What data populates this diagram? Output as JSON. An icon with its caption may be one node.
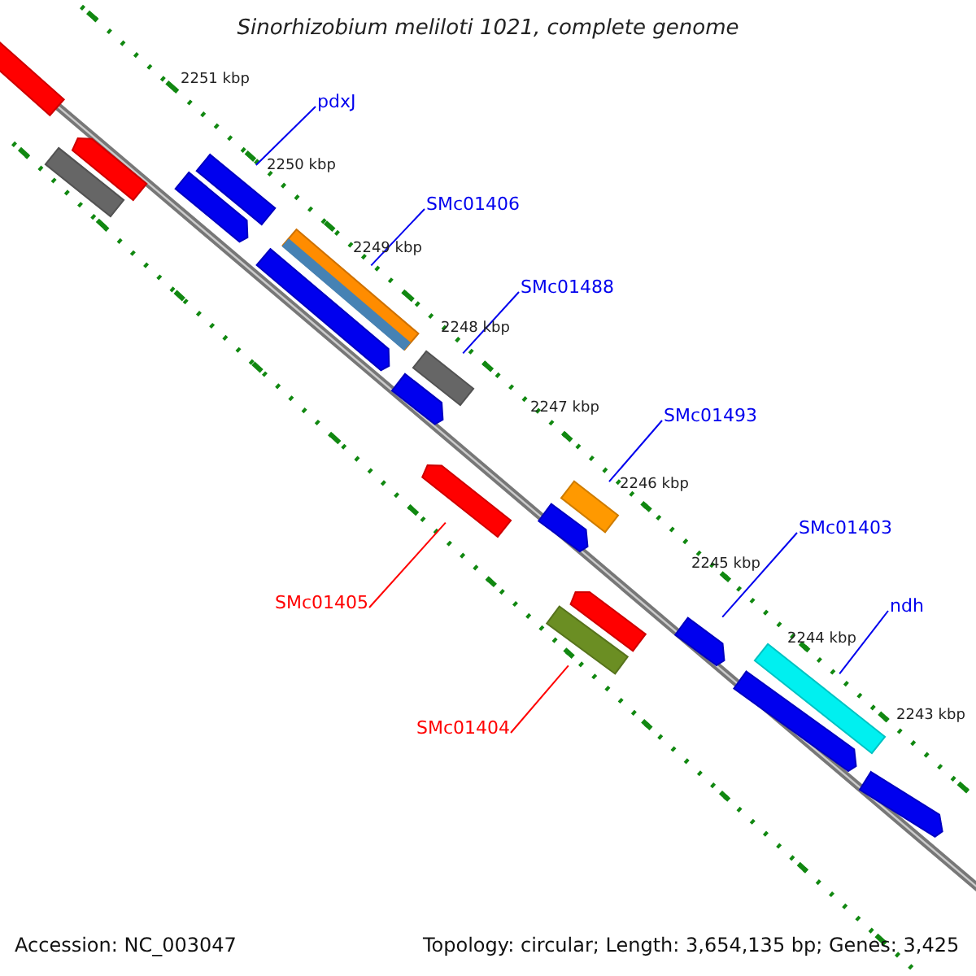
{
  "diagram": {
    "title": "Sinorhizobium meliloti 1021, complete genome",
    "nodes": [
      {
        "text": [
          "pdxJ"
        ]
      },
      {
        "text": [],
        "shape": "bar"
      },
      {
        "text": [
          "SMc01406"
        ]
      },
      {
        "text": [],
        "shape": "bar"
      },
      {
        "text": [
          "SMc01488"
        ]
      },
      {
        "text": [],
        "shape": "bar"
      },
      {
        "text": [
          "SMc01493"
        ]
      },
      {
        "text": [],
        "shape": "bar"
      },
      {
        "text": [
          "SMc01403"
        ]
      },
      {
        "text": [],
        "shape": "bar"
      },
      {
        "text": [
          "ndh"
        ]
      },
      {
        "text": [],
        "shape": "bar"
      },
      {
        "text": [
          "SMc01405"
        ]
      },
      {
        "text": [],
        "shape": "bar"
      },
      {
        "text": [
          "SMc01404"
        ]
      },
      {
        "text": [],
        "shape": "bar"
      },
      {
        "text": [],
        "shape": "bar"
      },
      {
        "text": [],
        "shape": "bar"
      },
      {
        "text": [],
        "shape": "bar"
      },
      {
        "text": [],
        "shape": "bar"
      },
      {
        "text": [],
        "shape": "bar"
      },
      {
        "text": [],
        "shape": "bar"
      },
      {
        "text": [],
        "shape": "bar"
      },
      {
        "text": [],
        "shape": "bar"
      },
      {
        "text": [],
        "shape": "bar"
      },
      {
        "text": [],
        "shape": "bar"
      }
    ],
    "edges": [
      {
        "from": 0,
        "to": 1,
        "arrow": "none"
      },
      {
        "from": 2,
        "to": 3,
        "arrow": "none"
      },
      {
        "from": 4,
        "to": 5,
        "arrow": "none"
      },
      {
        "from": 6,
        "to": 7,
        "arrow": "none"
      },
      {
        "from": 8,
        "to": 9,
        "arrow": "none"
      },
      {
        "from": 10,
        "to": 11,
        "arrow": "none"
      },
      {
        "from": 12,
        "to": 13,
        "arrow": "none",
        "color": "#ff0000"
      },
      {
        "from": 14,
        "to": 15,
        "arrow": "none",
        "color": "#ff0000"
      }
    ],
    "labels": [
      "2251 kbp",
      "2250 kbp",
      "2249 kbp",
      "2248 kbp",
      "2247 kbp",
      "2246 kbp",
      "2245 kbp",
      "2244 kbp",
      "2243 kbp",
      "Accession: NC_003047",
      "Topology: circular; Length: 3,654,135 bp; Genes: 3,425"
    ]
  }
}
